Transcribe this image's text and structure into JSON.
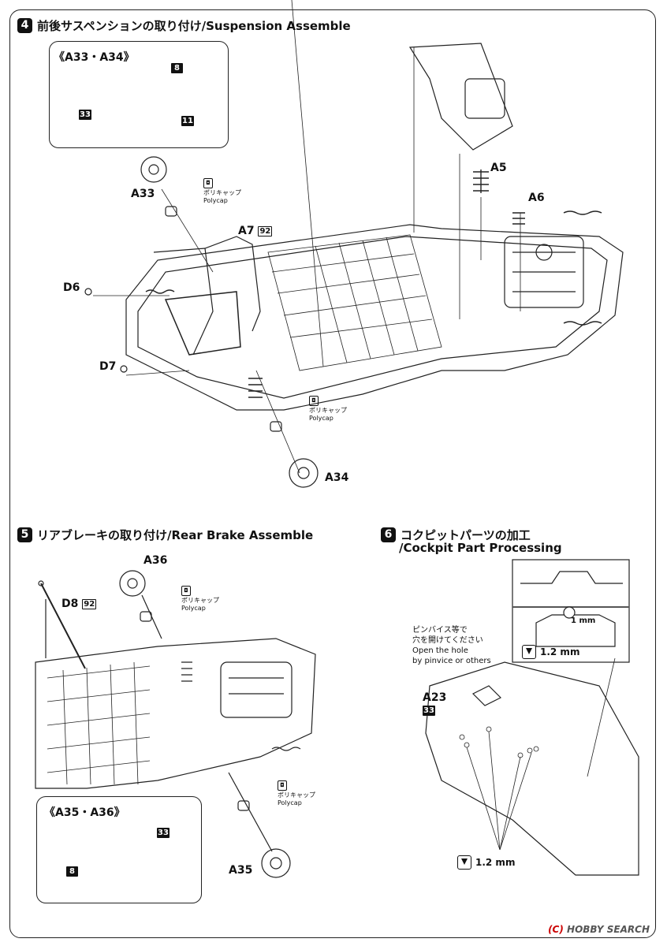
{
  "step4": {
    "number": "4",
    "title": "前後サスペンションの取り付け/Suspension Assemble",
    "inset_title": "《A33・A34》",
    "inset_badge_top": "8",
    "inset_badge_left": "33",
    "inset_badge_right": "11",
    "labels": {
      "a33": "A33",
      "a7": "A7",
      "a7_badge": "92",
      "a5": "A5",
      "a6": "A6",
      "d6": "D6",
      "d7": "D7",
      "a34": "A34"
    },
    "polycap_jp": "ポリキャップ",
    "polycap_en": "Polycap"
  },
  "step5": {
    "number": "5",
    "title": "リアブレーキの取り付け/Rear Brake Assemble",
    "labels": {
      "a36": "A36",
      "d8": "D8",
      "d8_badge": "92",
      "a35": "A35"
    },
    "inset_title": "《A35・A36》",
    "inset_badge_right": "33",
    "inset_badge_left": "8",
    "polycap_jp": "ポリキャップ",
    "polycap_en": "Polycap"
  },
  "step6": {
    "number": "6",
    "title_line1": "コクピットパーツの加工",
    "title_line2": "/Cockpit Part Processing",
    "note_jp1": "ピンバイス等で",
    "note_jp2": "穴を開けてください",
    "note_en1": "Open the hole",
    "note_en2": "by pinvice or others",
    "hole_size": "1 mm",
    "drill_top": "1.2 mm",
    "drill_bottom": "1.2 mm",
    "part": "A23",
    "part_badge": "33"
  },
  "watermark": {
    "brand": "HOBBY SEARCH",
    "symbol": "(C)"
  }
}
